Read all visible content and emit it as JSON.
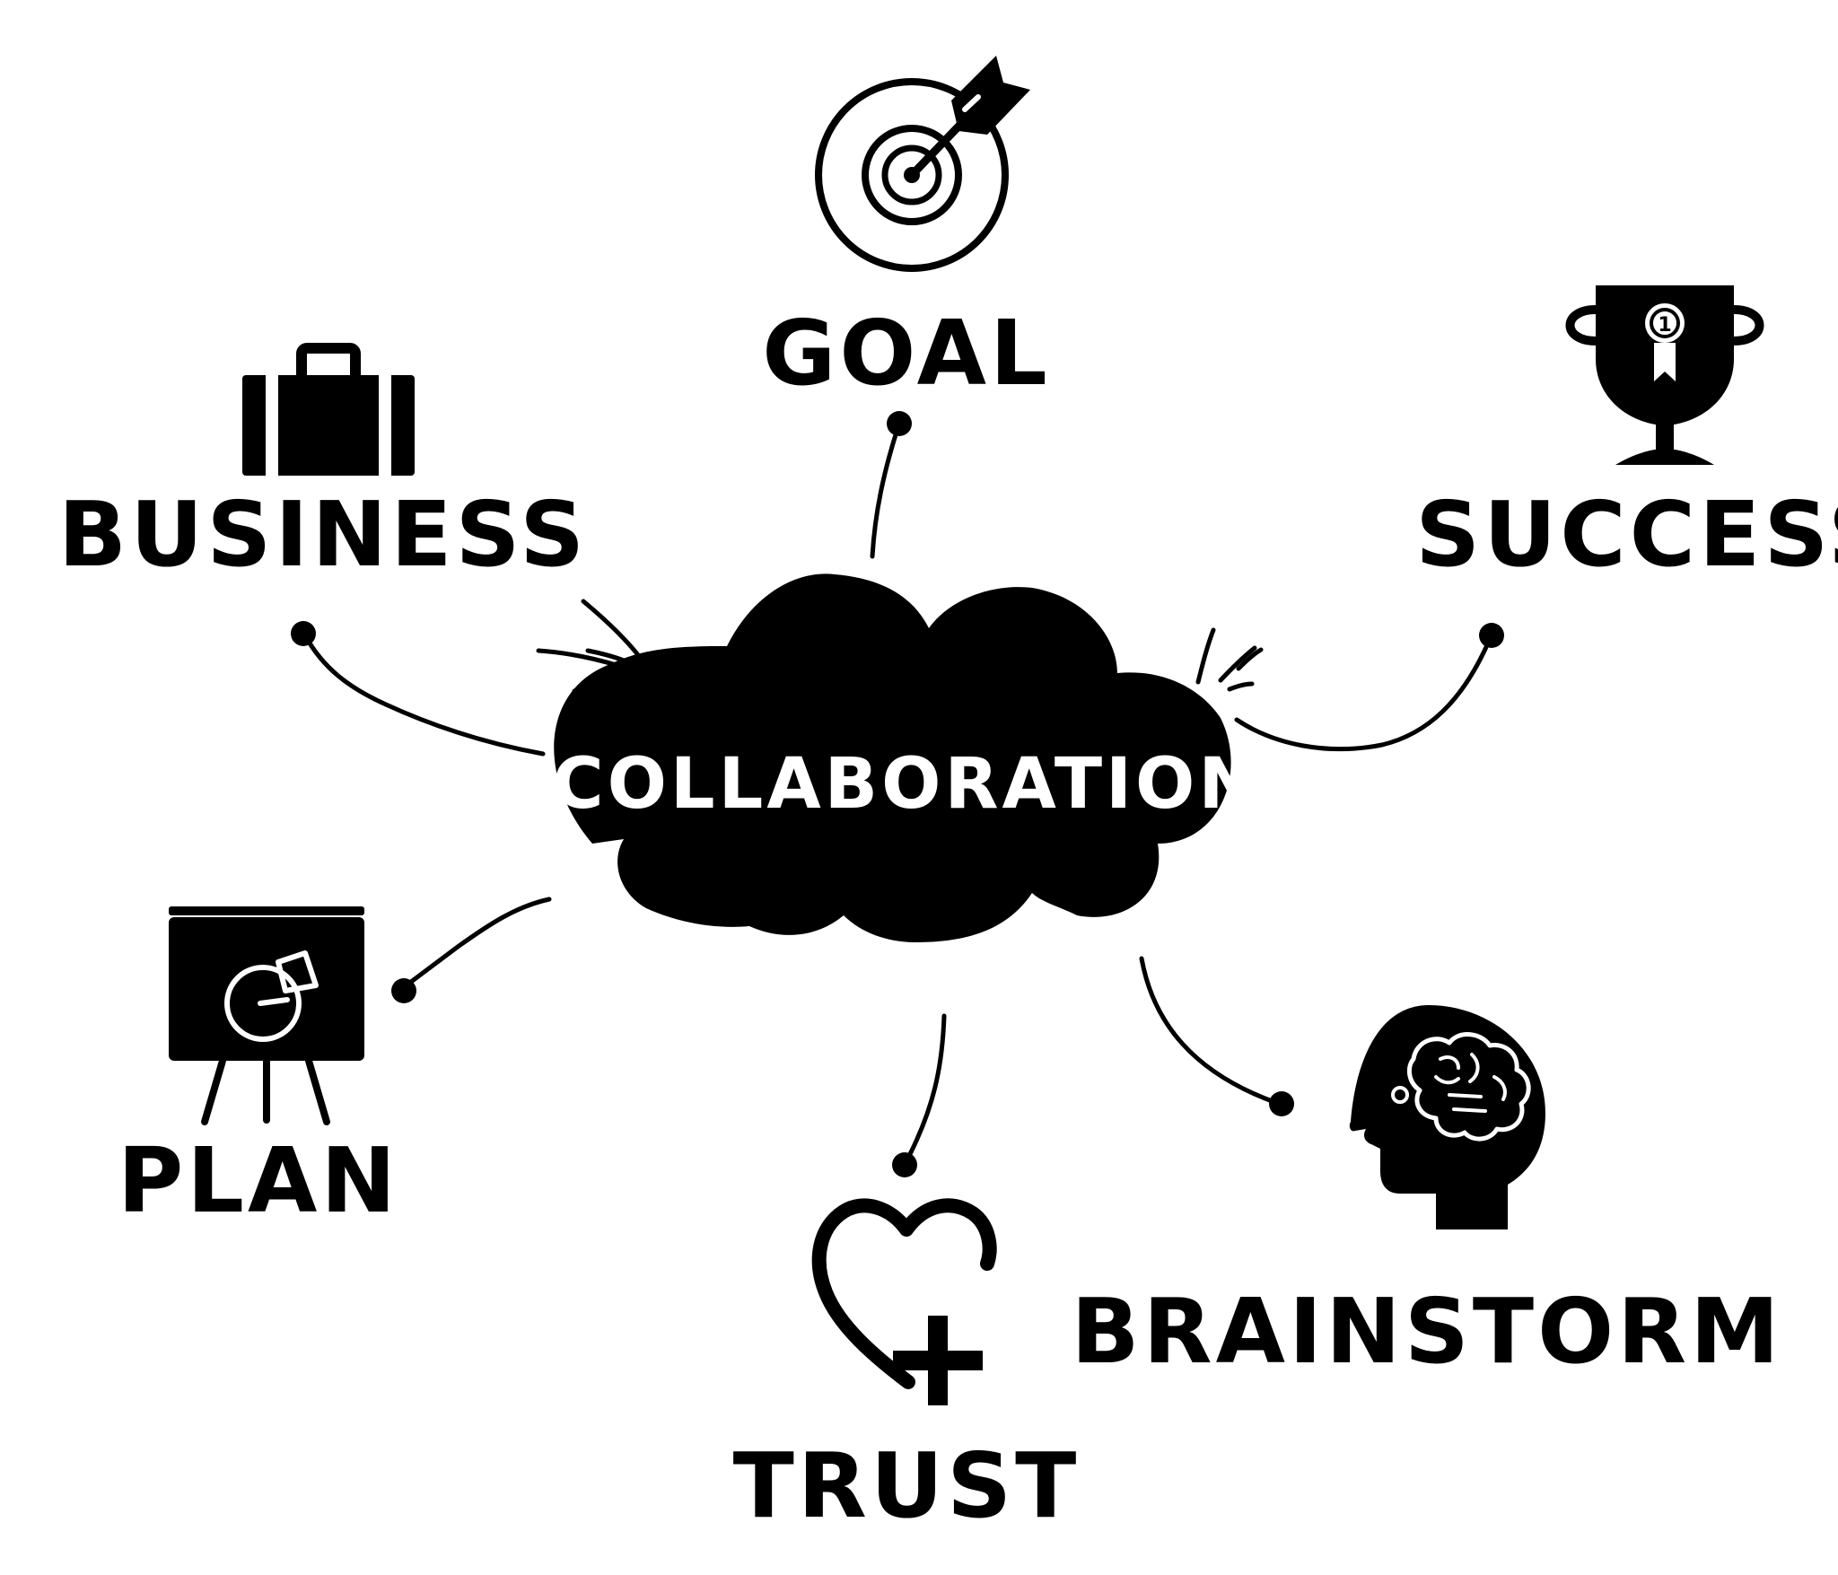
{
  "center": {
    "label": "COLLABORATION"
  },
  "nodes": {
    "goal": {
      "label": "GOAL",
      "icon": "target-icon"
    },
    "business": {
      "label": "BUSINESS",
      "icon": "briefcase-icon"
    },
    "success": {
      "label": "SUCCESS",
      "icon": "trophy-icon",
      "trophy_number": "1"
    },
    "plan": {
      "label": "PLAN",
      "icon": "presentation-board-icon"
    },
    "trust": {
      "label": "TRUST",
      "icon": "heart-plus-icon"
    },
    "brainstorm": {
      "label": "BRAINSTORM",
      "icon": "brain-head-icon"
    }
  },
  "colors": {
    "ink": "#000000",
    "background": "#ffffff",
    "center_text": "#ffffff"
  }
}
